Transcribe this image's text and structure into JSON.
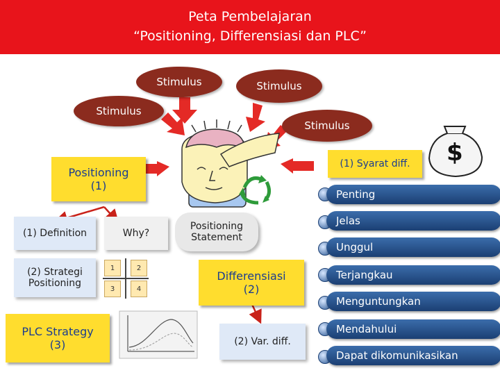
{
  "header": {
    "title_line1": "Peta Pembelajaran",
    "title_line2": "“Positioning, Differensiasi dan PLC”"
  },
  "stimulus": [
    "Stimulus",
    "Stimulus",
    "Stimulus",
    "Stimulus"
  ],
  "callouts": {
    "positioning": "Positioning\n(1)",
    "syarat_diff": "(1) Syarat diff.",
    "differensiasi": "Differensiasi\n(2)",
    "plc_strategy": "PLC Strategy\n(3)"
  },
  "boxes": {
    "definition": "(1) Definition",
    "why": "Why?",
    "positioning_statement": "Positioning\nStatement",
    "strategi_positioning": "(2) Strategi\nPositioning",
    "var_diff": "(2) Var. diff."
  },
  "matrix": [
    "1",
    "2",
    "3",
    "4"
  ],
  "money_icon": "$",
  "criteria": [
    "Penting",
    "Jelas",
    "Unggul",
    "Terjangkau",
    "Menguntungkan",
    "Mendahului",
    "Dapat dikomunikasikan"
  ],
  "colors": {
    "header": "#e8141b",
    "stimulus": "#8b2b1e",
    "callout": "#ffdd2e",
    "pill": "#1b3f73"
  }
}
